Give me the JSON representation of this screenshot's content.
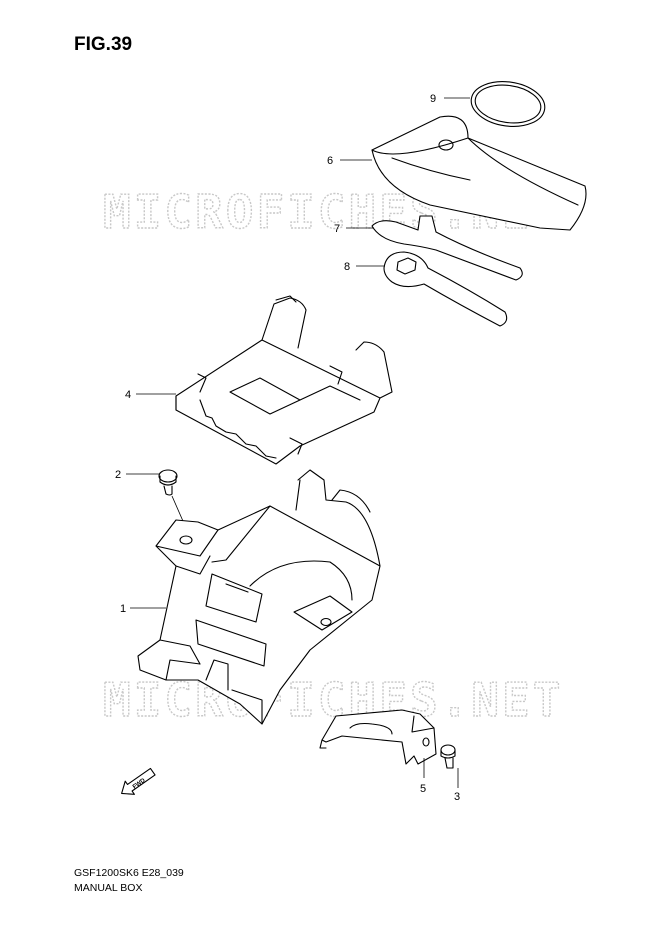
{
  "figure": {
    "title": "FIG.39"
  },
  "watermark": "MICROFICHES.NET",
  "callouts": [
    "1",
    "2",
    "3",
    "4",
    "5",
    "6",
    "7",
    "8",
    "9"
  ],
  "direction_arrow": {
    "label": "FWD"
  },
  "footer": {
    "model_code": "GSF1200SK6 E28_039",
    "caption": "MANUAL BOX"
  }
}
